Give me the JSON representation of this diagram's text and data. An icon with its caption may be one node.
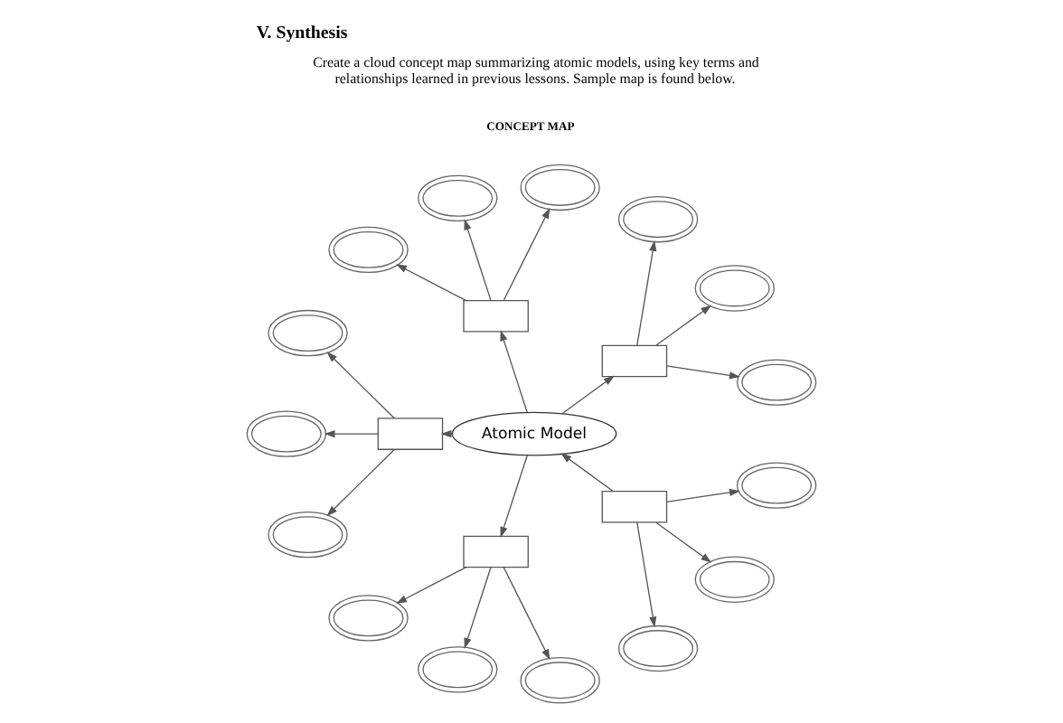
{
  "diagram": {
    "title": "V. Synthesis",
    "nodes": [
      {
        "text": [
          "Atomic Model"
        ]
      },
      {
        "text": [],
        "shape": "box"
      },
      {
        "text": [],
        "shape": "box"
      },
      {
        "text": [],
        "shape": "box"
      },
      {
        "text": [],
        "shape": "box"
      },
      {
        "text": [],
        "shape": "box"
      },
      {
        "text": [],
        "shape": "cloud"
      },
      {
        "text": [],
        "shape": "cloud"
      },
      {
        "text": [],
        "shape": "cloud"
      },
      {
        "text": [],
        "shape": "cloud"
      },
      {
        "text": [],
        "shape": "cloud"
      },
      {
        "text": [],
        "shape": "cloud"
      },
      {
        "text": [],
        "shape": "cloud"
      },
      {
        "text": [],
        "shape": "cloud"
      },
      {
        "text": [],
        "shape": "cloud"
      },
      {
        "text": [],
        "shape": "cloud"
      },
      {
        "text": [],
        "shape": "cloud"
      },
      {
        "text": [],
        "shape": "cloud"
      },
      {
        "text": [],
        "shape": "cloud"
      },
      {
        "text": [],
        "shape": "cloud"
      },
      {
        "text": [],
        "shape": "cloud"
      }
    ],
    "edges": [
      {
        "from": 0,
        "to": 1,
        "arrow": "to"
      },
      {
        "from": 0,
        "to": 2,
        "arrow": "to"
      },
      {
        "from": 0,
        "to": 3,
        "arrow": "to"
      },
      {
        "from": 4,
        "to": 0,
        "arrow": "to"
      },
      {
        "from": 0,
        "to": 5,
        "arrow": "to"
      },
      {
        "from": 1,
        "to": 6,
        "arrow": "to"
      },
      {
        "from": 1,
        "to": 7,
        "arrow": "to"
      },
      {
        "from": 1,
        "to": 8,
        "arrow": "to"
      },
      {
        "from": 2,
        "to": 9,
        "arrow": "to"
      },
      {
        "from": 2,
        "to": 10,
        "arrow": "to"
      },
      {
        "from": 2,
        "to": 11,
        "arrow": "to"
      },
      {
        "from": 3,
        "to": 12,
        "arrow": "to"
      },
      {
        "from": 3,
        "to": 13,
        "arrow": "to"
      },
      {
        "from": 3,
        "to": 14,
        "arrow": "to"
      },
      {
        "from": 4,
        "to": 15,
        "arrow": "to"
      },
      {
        "from": 4,
        "to": 16,
        "arrow": "to"
      },
      {
        "from": 4,
        "to": 17,
        "arrow": "to"
      },
      {
        "from": 5,
        "to": 18,
        "arrow": "to"
      },
      {
        "from": 5,
        "to": 19,
        "arrow": "to"
      },
      {
        "from": 5,
        "to": 20,
        "arrow": "to"
      }
    ],
    "labels": [
      "Create a cloud concept map summarizing atomic models, using key terms and relationships learned in previous lessons. Sample map is found below.",
      "CONCEPT MAP"
    ]
  }
}
